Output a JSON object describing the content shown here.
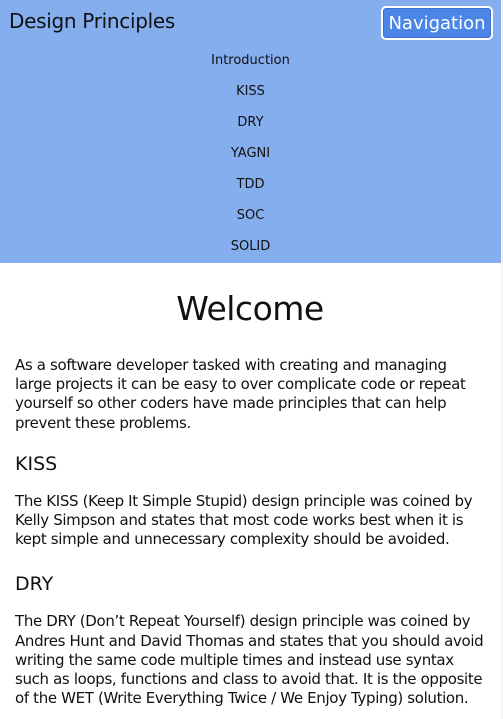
{
  "header": {
    "site_title": "Design Principles",
    "nav_button_label": "Navigation",
    "nav_items": [
      "Introduction",
      "KISS",
      "DRY",
      "YAGNI",
      "TDD",
      "SOC",
      "SOLID"
    ]
  },
  "main": {
    "title": "Welcome",
    "intro": "As a software developer tasked with creating and managing large projects it can be easy to over complicate code or repeat yourself so other coders have made principles that can help prevent these problems.",
    "sections": [
      {
        "heading": "KISS",
        "text": "The KISS (Keep It Simple Stupid) design principle was coined by Kelly Simpson and states that most code works best when it is kept simple and unnecessary complexity should be avoided."
      },
      {
        "heading": "DRY",
        "text": "The DRY (Don’t Repeat Yourself) design principle was coined by Andres Hunt and David Thomas and states that you should avoid writing the same code multiple times and instead use syntax such as loops, functions and class to avoid that. It is the opposite of the WET (Write Everything Twice / We Enjoy Typing) solution."
      }
    ]
  },
  "colors": {
    "header_bg": "#84aeee",
    "button_bg": "#4b86e6"
  }
}
